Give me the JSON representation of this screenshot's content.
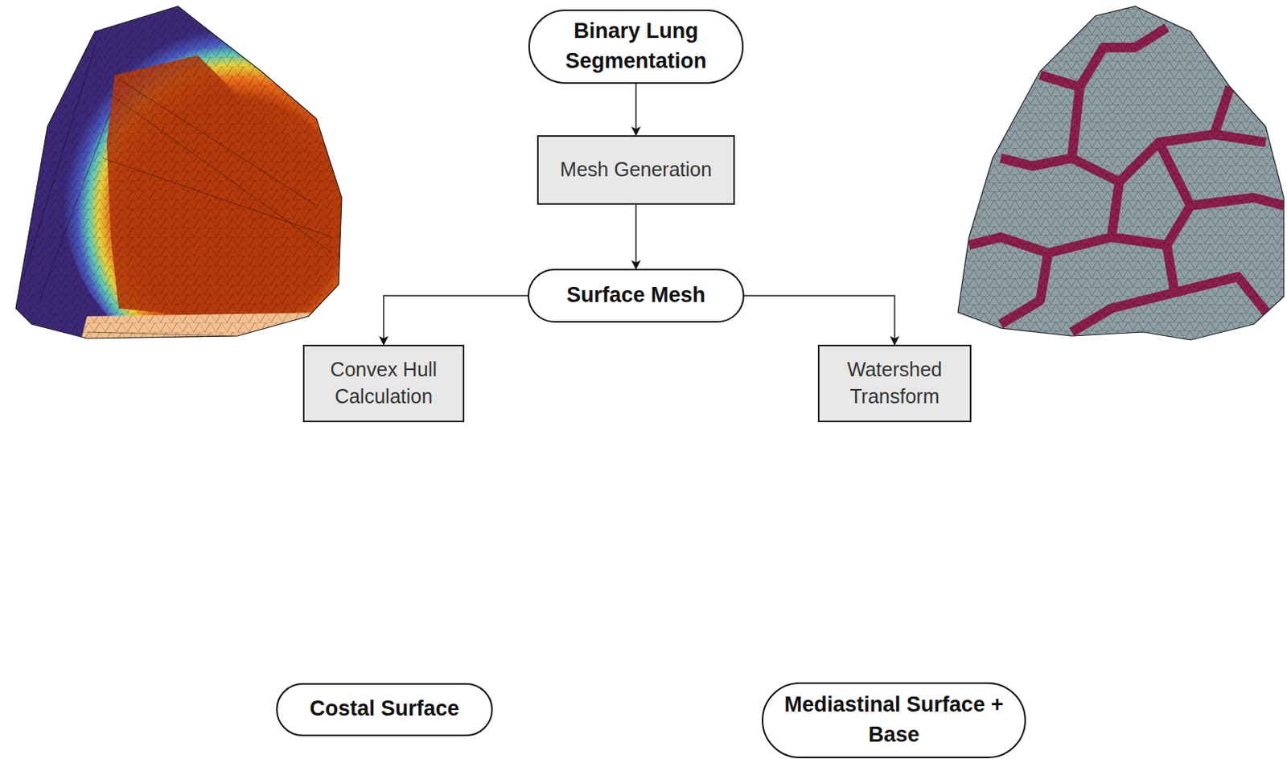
{
  "diagram": {
    "nodes": [
      {
        "text": [
          "Binary Lung Segmentation"
        ]
      },
      {
        "text": [
          "Mesh Generation"
        ]
      },
      {
        "text": [
          "Surface Mesh"
        ]
      },
      {
        "text": [
          "Convex Hull Calculation"
        ]
      },
      {
        "text": [
          "Watershed Transform"
        ]
      },
      {
        "text": [
          "Costal Surface"
        ]
      },
      {
        "text": [
          "Mediastinal Surface + Base"
        ]
      }
    ],
    "edges": [
      {
        "from": 0,
        "to": 1,
        "arrow": "to"
      },
      {
        "from": 1,
        "to": 2,
        "arrow": "to"
      },
      {
        "from": 2,
        "to": 3,
        "arrow": "to"
      },
      {
        "from": 2,
        "to": 4,
        "arrow": "to"
      }
    ]
  }
}
